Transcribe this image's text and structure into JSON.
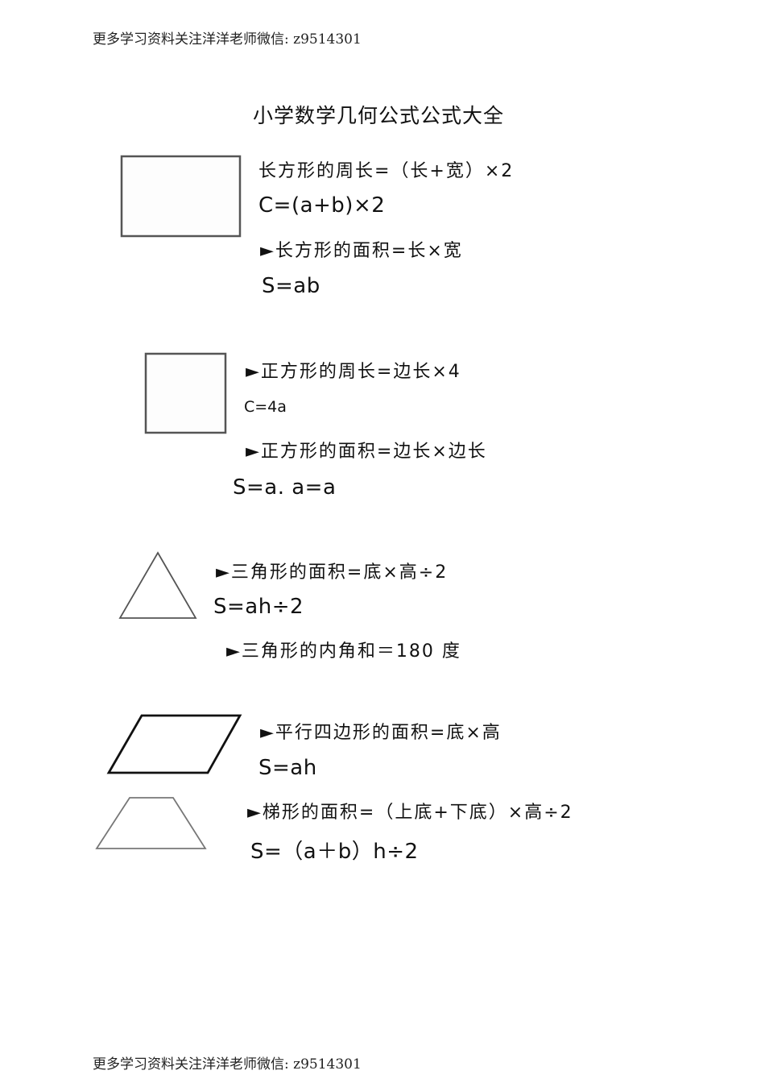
{
  "watermark": {
    "top": "更多学习资料关注洋洋老师微信: z9514301",
    "bottom": "更多学习资料关注洋洋老师微信: z9514301"
  },
  "title": "小学数学几何公式公式大全",
  "sections": {
    "rectangle": {
      "shape": "rectangle",
      "perimeter_text": "长方形的周长=（长+宽）×2",
      "perimeter_formula": "C=(a+b)×2",
      "area_text": "►长方形的面积=长×宽",
      "area_formula": "S=ab"
    },
    "square": {
      "shape": "square",
      "perimeter_text": "►正方形的周长=边长×4",
      "perimeter_formula": "C=4a",
      "area_text": "►正方形的面积=边长×边长",
      "area_formula": "S=a. a=a"
    },
    "triangle": {
      "shape": "triangle",
      "area_text": "►三角形的面积=底×高÷2",
      "area_formula": "S=ah÷2",
      "angle_text": "►三角形的内角和＝180 度"
    },
    "parallelogram": {
      "shape": "parallelogram",
      "area_text": "►平行四边形的面积=底×高",
      "area_formula": "S=ah"
    },
    "trapezoid": {
      "shape": "trapezoid",
      "area_text": "►梯形的面积=（上底+下底）×高÷2",
      "area_formula": "S=（a＋b）h÷2"
    }
  },
  "colors": {
    "text": "#111111",
    "shape_stroke": "#444444",
    "watermark": "#222222"
  }
}
